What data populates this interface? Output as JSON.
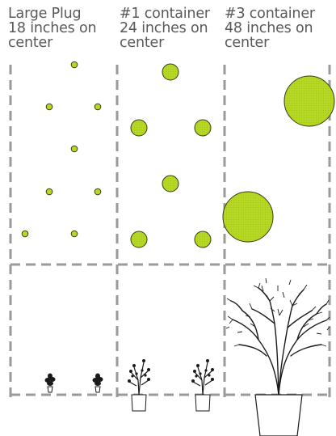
{
  "columns": [
    {
      "name": "large-plug",
      "title": "Large Plug",
      "spacing_line1": "18 inches on",
      "spacing_line2": "center"
    },
    {
      "name": "container-1",
      "title": "#1 container",
      "spacing_line1": "24 inches on",
      "spacing_line2": "center"
    },
    {
      "name": "container-3",
      "title": "#3 container",
      "spacing_line1": "48 inches on",
      "spacing_line2": "center"
    }
  ],
  "colors": {
    "plant_fill": "#b5d824",
    "plant_stroke": "#3a3a1a",
    "grid_line": "#9a9a9a",
    "label_text": "#595959",
    "shrub_ink": "#1a1a1a"
  }
}
